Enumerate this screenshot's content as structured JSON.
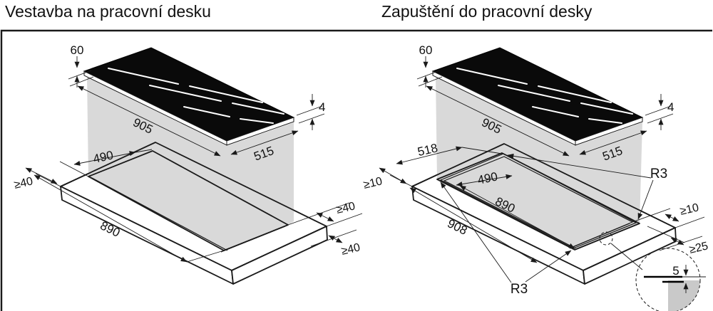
{
  "page": {
    "background": "#ffffff",
    "line_color": "#1a1a1a",
    "shadow_color": "#d9d9d9",
    "hob_color": "#0a0a0a",
    "detail_quarter_color": "#c9c9c9"
  },
  "panels": [
    {
      "title": "Vestavba na pracovní desku",
      "dims": {
        "height": "60",
        "width": "905",
        "depth": "515",
        "glass": "4",
        "cut_side": "490",
        "cut_long": "890",
        "margin_left": "≥40",
        "margin_right": "≥40",
        "margin_front": "≥40"
      }
    },
    {
      "title": "Zapuštění do pracovní desky",
      "dims": {
        "height": "60",
        "width": "905",
        "depth": "515",
        "glass": "4",
        "recess_side": "518",
        "recess_long": "908",
        "cut_side": "490",
        "cut_long": "890",
        "margin_left": "≥10",
        "margin_right": "≥10",
        "margin_front": "≥25",
        "r3_top": "R3",
        "r3_bottom": "R3",
        "flush_depth": "5"
      }
    }
  ]
}
